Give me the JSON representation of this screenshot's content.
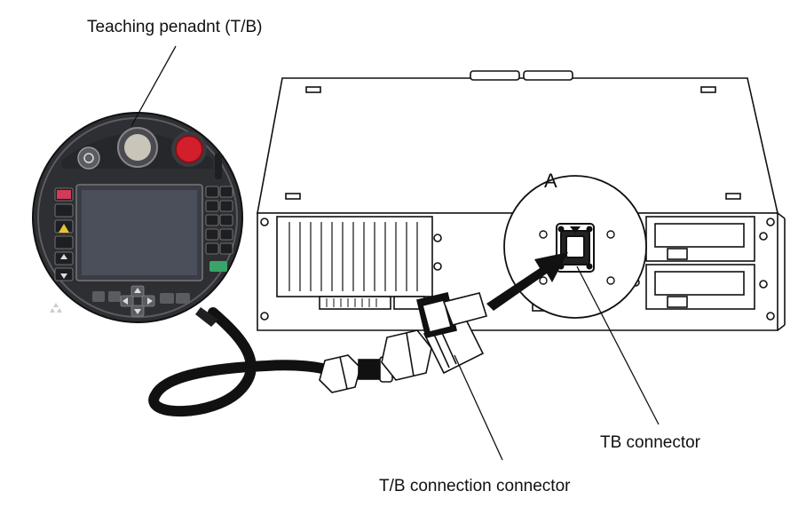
{
  "labels": {
    "teaching_pendant": "Teaching penadnt (T/B)",
    "tb_connector": "TB connector",
    "tb_connection_connector": "T/B connection connector",
    "detail_letter": "A"
  },
  "pendant": {
    "screen_color": "#3a3d45",
    "body_color": "#2e2f33",
    "emergency_stop_color": "#d21f2b"
  },
  "icons": [
    "emergency-stop-icon",
    "enable-switch-icon",
    "warning-icon",
    "arrow-up-icon",
    "arrow-down-icon",
    "arrow-left-icon",
    "arrow-right-icon",
    "mitsubishi-logo-icon"
  ]
}
